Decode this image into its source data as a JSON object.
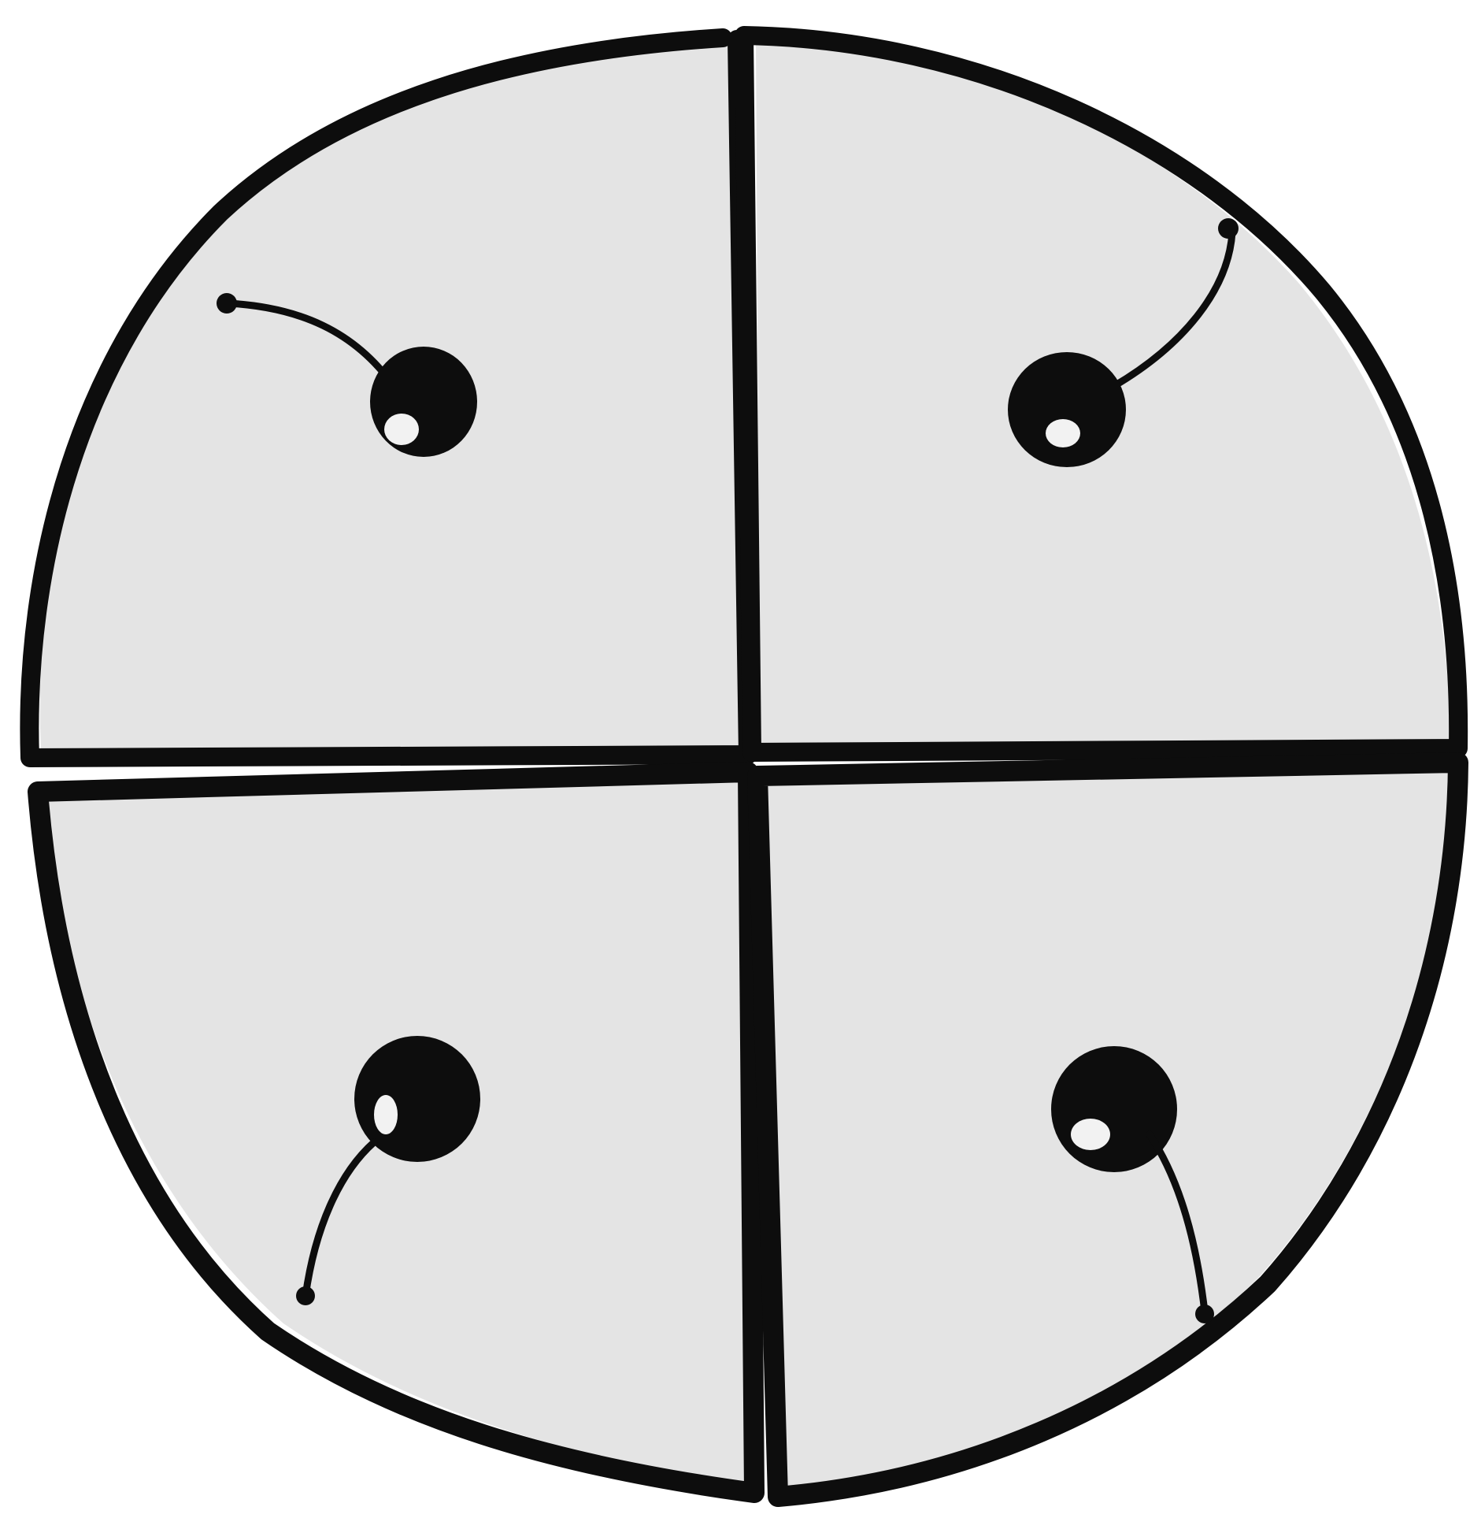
{
  "figure": {
    "subject": "cherry-topped-pie-cut-into-four-pieces",
    "colors": {
      "paper": "#ffffff",
      "ink": "#0d0d0d",
      "shading": "#e4e4e4",
      "highlight": "#f2f2f2"
    },
    "pieces": [
      {
        "name": "top-left-piece",
        "has_cherry": true,
        "stem_direction": "up-left"
      },
      {
        "name": "top-right-piece",
        "has_cherry": true,
        "stem_direction": "up-right"
      },
      {
        "name": "bottom-left-piece",
        "has_cherry": true,
        "stem_direction": "down-left"
      },
      {
        "name": "bottom-right-piece",
        "has_cherry": true,
        "stem_direction": "down-right"
      }
    ]
  }
}
